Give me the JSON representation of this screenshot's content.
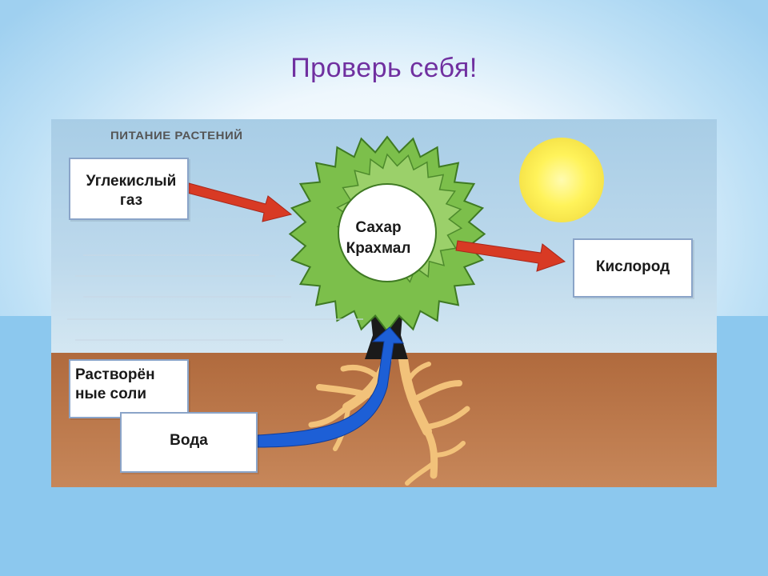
{
  "slide": {
    "title": "Проверь себя!"
  },
  "diagram": {
    "caption": "ПИТАНИЕ РАСТЕНИЙ",
    "inputs": {
      "co2_line1": "Углекислый",
      "co2_line2": "газ",
      "salts_line1": "Растворён",
      "salts_line2": "ные соли",
      "water": "Вода"
    },
    "products": {
      "sugar": "Сахар",
      "starch": "Крахмал"
    },
    "output": {
      "oxygen": "Кислород"
    },
    "colors": {
      "title": "#7030a0",
      "sky": "#9ec7e2",
      "soil": "#b8754b",
      "crown": "#7cbf4b",
      "arrow_red": "#d83a24",
      "arrow_blue": "#1d5fd6",
      "sun": "#fff35a",
      "roots": "#f2c27a"
    }
  }
}
